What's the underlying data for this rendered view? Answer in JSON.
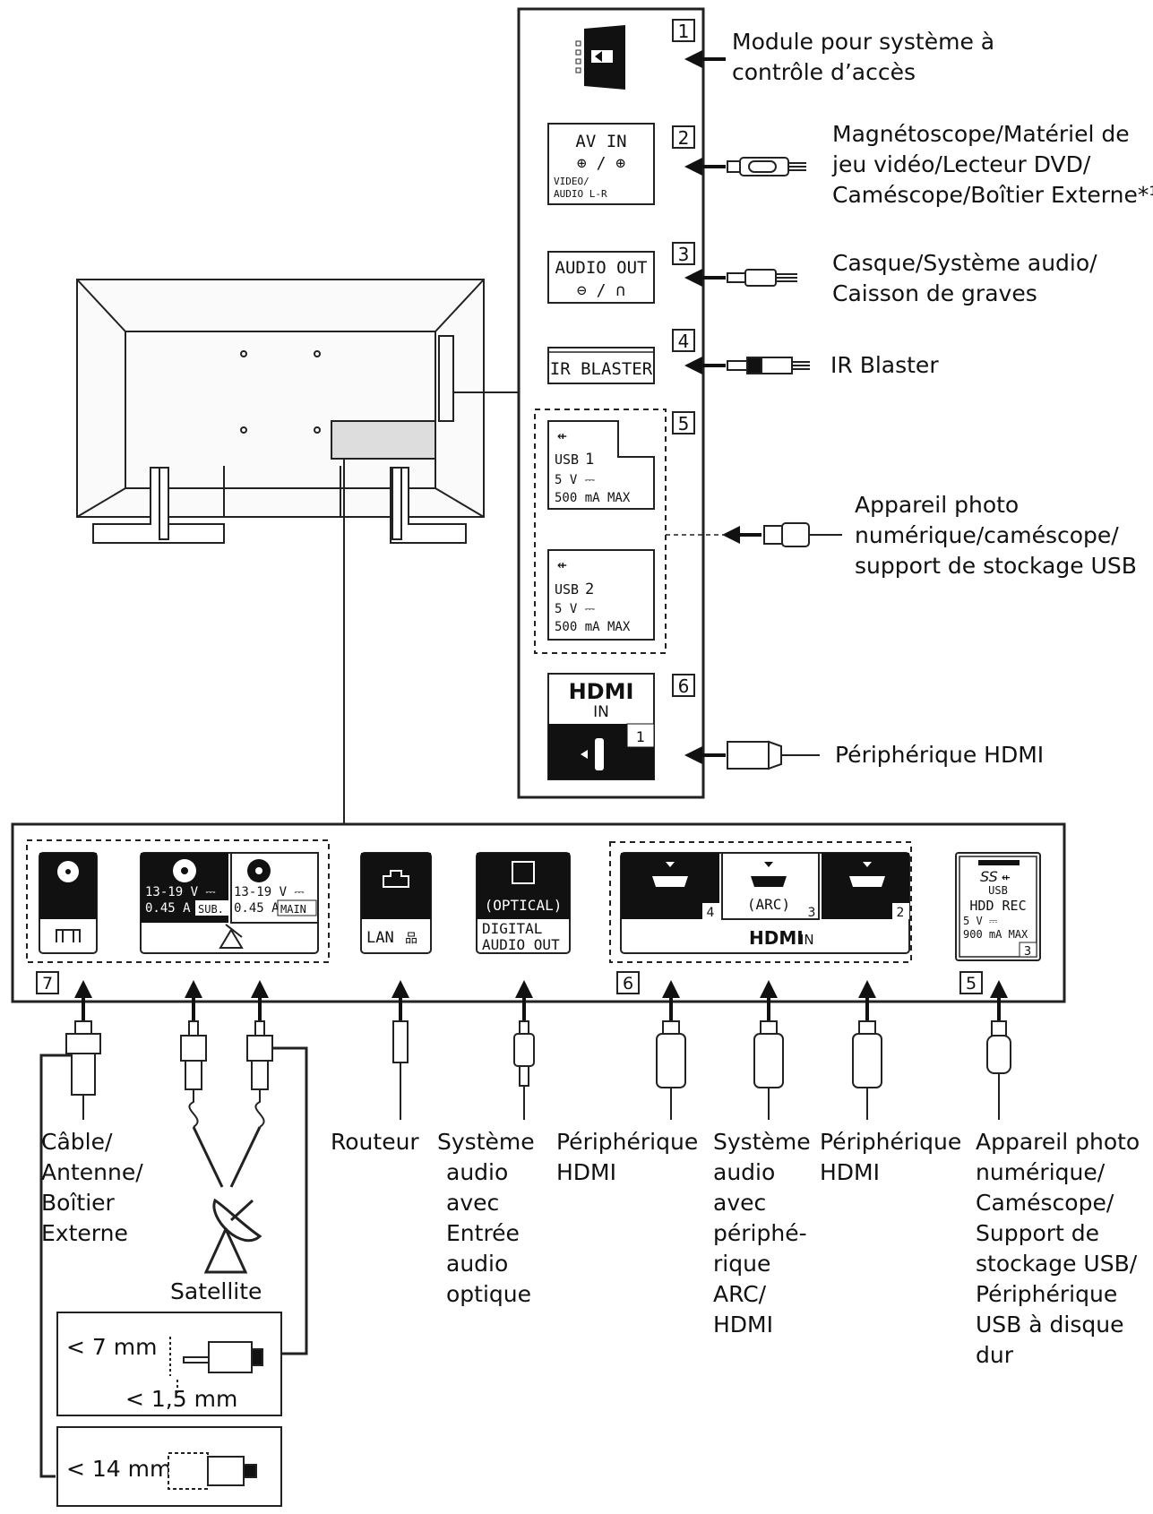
{
  "side_panel": {
    "connectors": [
      {
        "num": "1",
        "label_lines": [
          "Module pour système à",
          "contrôle d’accès"
        ]
      },
      {
        "num": "2",
        "label_lines": [
          "Magnétoscope/Matériel de",
          "jeu vidéo/Lecteur DVD/",
          "Caméscope/Boîtier Externe*¹"
        ],
        "port_title": "AV IN",
        "port_symbols": "⊕ / ⊕",
        "port_sub1": "VIDEO/",
        "port_sub2": "AUDIO L-R"
      },
      {
        "num": "3",
        "label_lines": [
          "Casque/Système audio/",
          "Caisson de graves"
        ],
        "port_title": "AUDIO OUT",
        "port_symbols": "⊖ / ∩"
      },
      {
        "num": "4",
        "label_lines": [
          "IR Blaster"
        ],
        "port_title": "IR BLASTER"
      },
      {
        "num": "5",
        "label_lines": [
          "Appareil photo",
          "numérique/caméscope/",
          "support de stockage USB"
        ],
        "usb_ports": [
          {
            "name": "USB",
            "num": "1",
            "volt": "5 V ⎓",
            "max": "500 mA MAX"
          },
          {
            "name": "USB",
            "num": "2",
            "volt": "5 V ⎓",
            "max": "500 mA MAX"
          }
        ]
      },
      {
        "num": "6",
        "label_lines": [
          "Périphérique HDMI"
        ],
        "port_title": "HDMI",
        "port_in": "IN",
        "port_num": "1"
      }
    ]
  },
  "bottom_panel": {
    "antenna_num": "7",
    "sat_sub": {
      "volt": "13-19 V ⎓",
      "amp": "0.45 A",
      "tag": "SUB."
    },
    "sat_main": {
      "volt": "13-19 V ⎓",
      "amp": "0.45 A",
      "tag": "MAIN"
    },
    "lan_label": "LAN",
    "optical": {
      "top": "(OPTICAL)",
      "line1": "DIGITAL",
      "line2": "AUDIO OUT"
    },
    "hdmi_group": {
      "num": "6",
      "ports": [
        "4",
        "3",
        "2"
      ],
      "arc": "(ARC)",
      "title": "HDMI",
      "in": "IN"
    },
    "usb3": {
      "num": "5",
      "logo": "SS",
      "name": "USB",
      "line1": "HDD REC",
      "line2": "5 V ⎓",
      "line3": "900 mA MAX",
      "port_num": "3"
    }
  },
  "bottom_labels": {
    "cable": [
      "Câble/",
      "Antenne/",
      "Boîtier",
      "Externe"
    ],
    "satellite": "Satellite",
    "router": "Routeur",
    "audio_system": [
      "Système",
      "audio",
      "avec",
      "Entrée",
      "audio",
      "optique"
    ],
    "hdmi_device_1": [
      "Périphérique",
      "HDMI"
    ],
    "arc_system": [
      "Système",
      "audio",
      "avec",
      "périphé-",
      "rique",
      "ARC/",
      "HDMI"
    ],
    "hdmi_device_2": [
      "Périphérique",
      "HDMI"
    ],
    "usb_device": [
      "Appareil photo",
      "numérique/",
      "Caméscope/",
      "Support de",
      "stockage USB/",
      "Périphérique",
      "USB à disque",
      "dur"
    ]
  },
  "dimensions": {
    "sat_height": "< 7 mm",
    "sat_pin": "< 1,5 mm",
    "cable_width": "< 14 mm"
  }
}
